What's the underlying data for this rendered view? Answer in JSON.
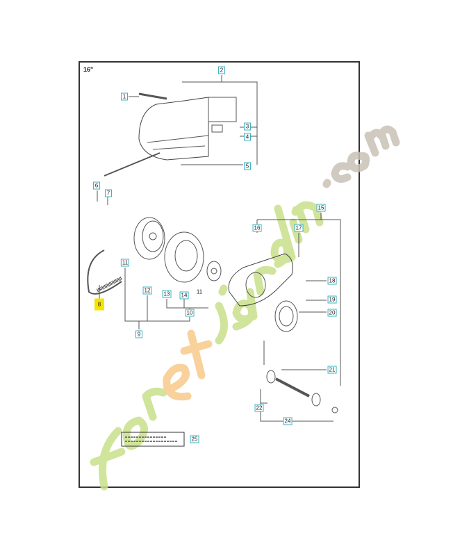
{
  "diagram": {
    "title": "16\"",
    "labels": [
      "1",
      "2",
      "3",
      "4",
      "5",
      "6",
      "7",
      "8",
      "9",
      "10",
      "11",
      "11",
      "12",
      "13",
      "14",
      "15",
      "16",
      "17",
      "18",
      "19",
      "20",
      "21",
      "22",
      "24",
      "25"
    ],
    "highlighted_label": "8",
    "highlight_color": "#f5e400",
    "label_border_color": "#3bb3c3"
  },
  "watermark": {
    "text": "foretjardin.com",
    "green": "#c8e08a",
    "orange": "#f7c98a",
    "gray": "#c9c1b6"
  }
}
